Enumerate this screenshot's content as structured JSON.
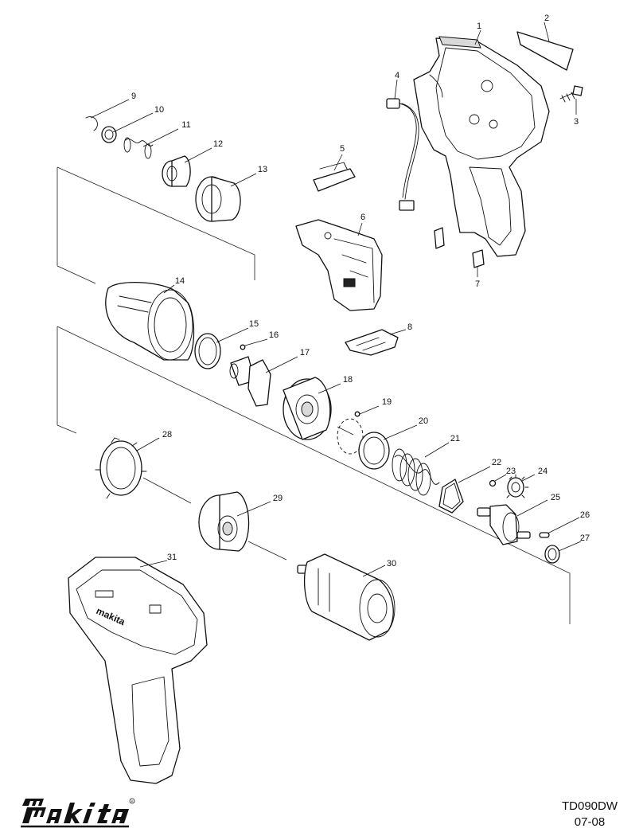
{
  "document": {
    "model_code": "TD090DW",
    "revision": "07-08",
    "brand_logo_text": "makita"
  },
  "callouts": [
    "1",
    "2",
    "3",
    "4",
    "5",
    "6",
    "7",
    "8",
    "9",
    "10",
    "11",
    "12",
    "13",
    "14",
    "15",
    "16",
    "17",
    "18",
    "19",
    "20",
    "21",
    "22",
    "23",
    "24",
    "25",
    "26",
    "27",
    "28",
    "29",
    "30",
    "31"
  ]
}
